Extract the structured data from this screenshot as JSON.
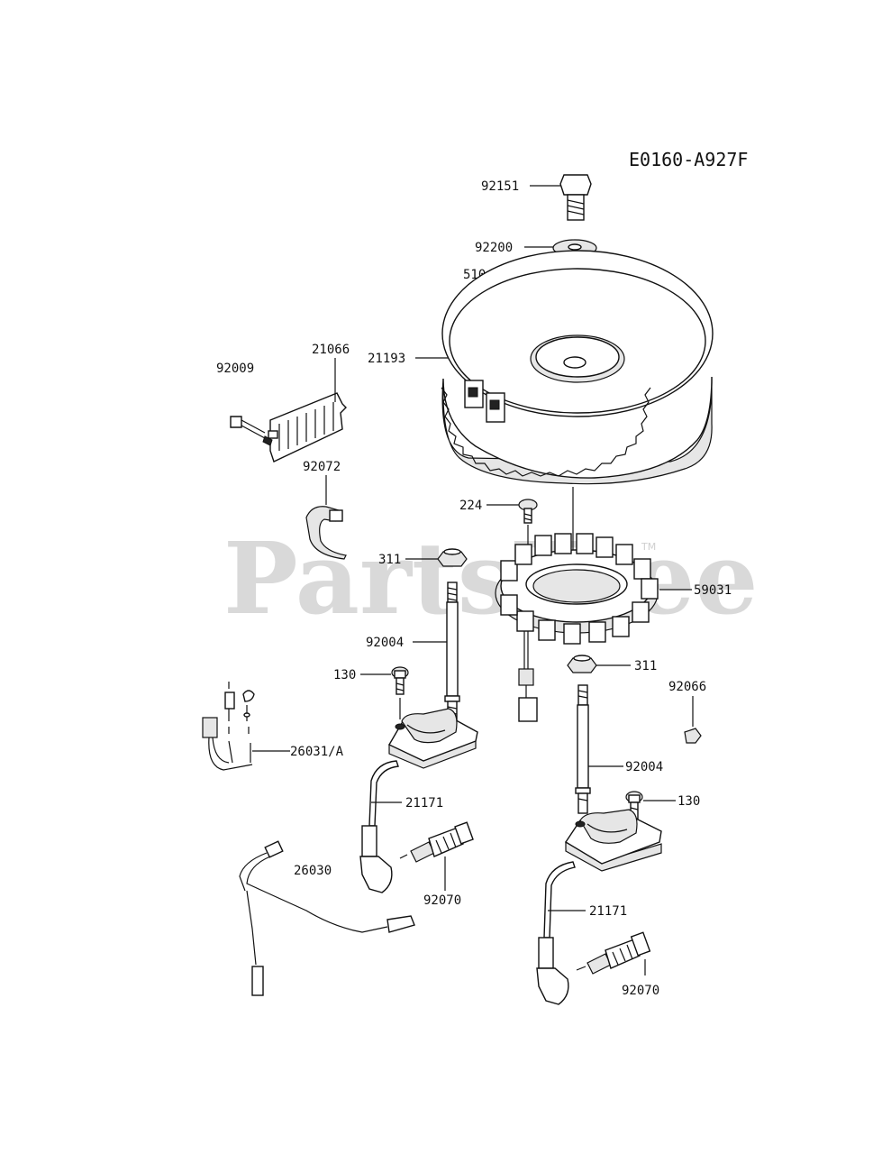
{
  "diagram_code": "E0160-A927F",
  "watermark": {
    "text": "PartsTree",
    "trademark": "TM"
  },
  "callouts": {
    "c92151": "92151",
    "c92200": "92200",
    "c510": "510",
    "c21193": "21193",
    "c21066": "21066",
    "c92009": "92009",
    "c92072": "92072",
    "c224": "224",
    "c311a": "311",
    "c59031": "59031",
    "c92004a": "92004",
    "c130a": "130",
    "c311b": "311",
    "c92066": "92066",
    "c26031A": "26031/A",
    "c92004b": "92004",
    "c21171a": "21171",
    "c130b": "130",
    "c26030": "26030",
    "c92070a": "92070",
    "c21171b": "21171",
    "c92070b": "92070"
  }
}
